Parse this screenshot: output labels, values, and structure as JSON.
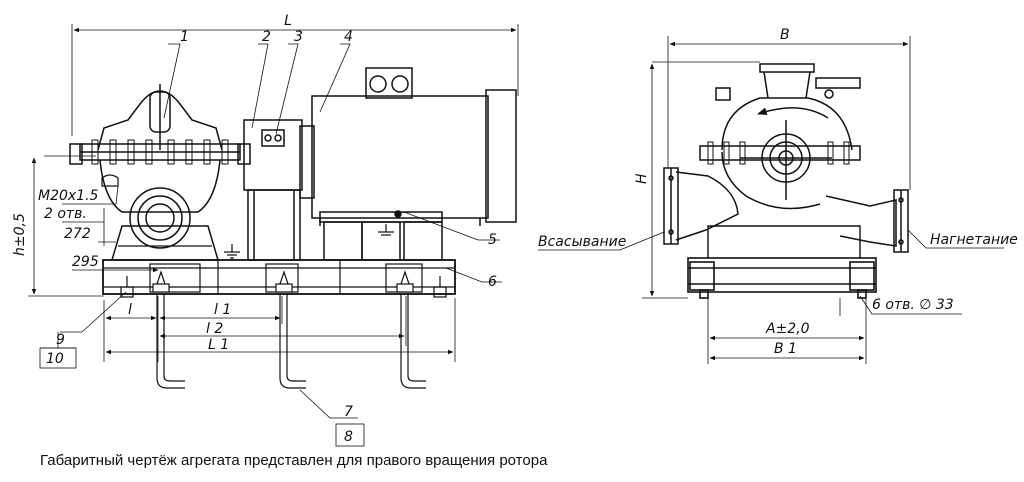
{
  "labels": {
    "L": "L",
    "B": "B",
    "H": "H",
    "h": "h±0,5",
    "n1": "1",
    "n2": "2",
    "n3": "3",
    "n4": "4",
    "n5": "5",
    "n6": "6",
    "n7": "7",
    "n8": "8",
    "n9": "9",
    "n10": "10",
    "thread": "M20x1.5",
    "thread_qty": "2 отв.",
    "d272": "272",
    "d295": "295",
    "l": "l",
    "l1": "l 1",
    "l2": "l 2",
    "L1": "L 1",
    "A": "A±2,0",
    "B1": "B 1",
    "holes": "6 отв. ∅ 33",
    "suction": "Всасывание",
    "discharge": "Нагнетание"
  },
  "caption": "Габаритный чертёж агрегата представлен для правого вращения ротора"
}
